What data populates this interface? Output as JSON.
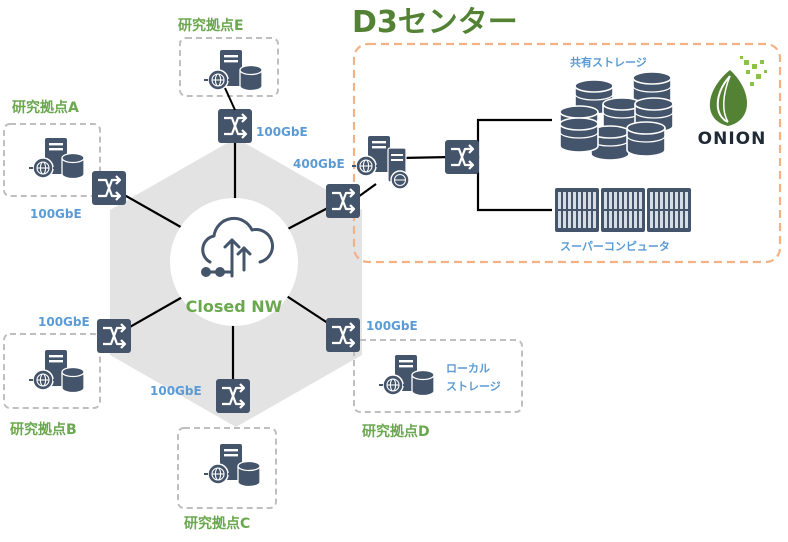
{
  "title": "D3センター",
  "network": {
    "name": "Closed NW"
  },
  "sites": {
    "a": {
      "name": "研究拠点A",
      "bandwidth": "100GbE"
    },
    "b": {
      "name": "研究拠点B",
      "bandwidth": "100GbE"
    },
    "c": {
      "name": "研究拠点C",
      "bandwidth": "100GbE"
    },
    "d": {
      "name": "研究拠点D",
      "bandwidth": "100GbE",
      "storage_line1": "ローカル",
      "storage_line2": "ストレージ"
    },
    "e": {
      "name": "研究拠点E",
      "bandwidth": "100GbE"
    }
  },
  "d3_center": {
    "bandwidth": "400GbE",
    "shared_storage": "共有ストレージ",
    "supercomputer": "スーパーコンピュータ",
    "logo": "ONION"
  },
  "colors": {
    "green": "#6aa84f",
    "dark_green": "#548235",
    "blue_label": "#5b9bd5",
    "device_navy": "#44546a",
    "orange_dash": "#f4b183",
    "gray_dash": "#bfbfbf",
    "hexagon": "#d9d9d9"
  }
}
